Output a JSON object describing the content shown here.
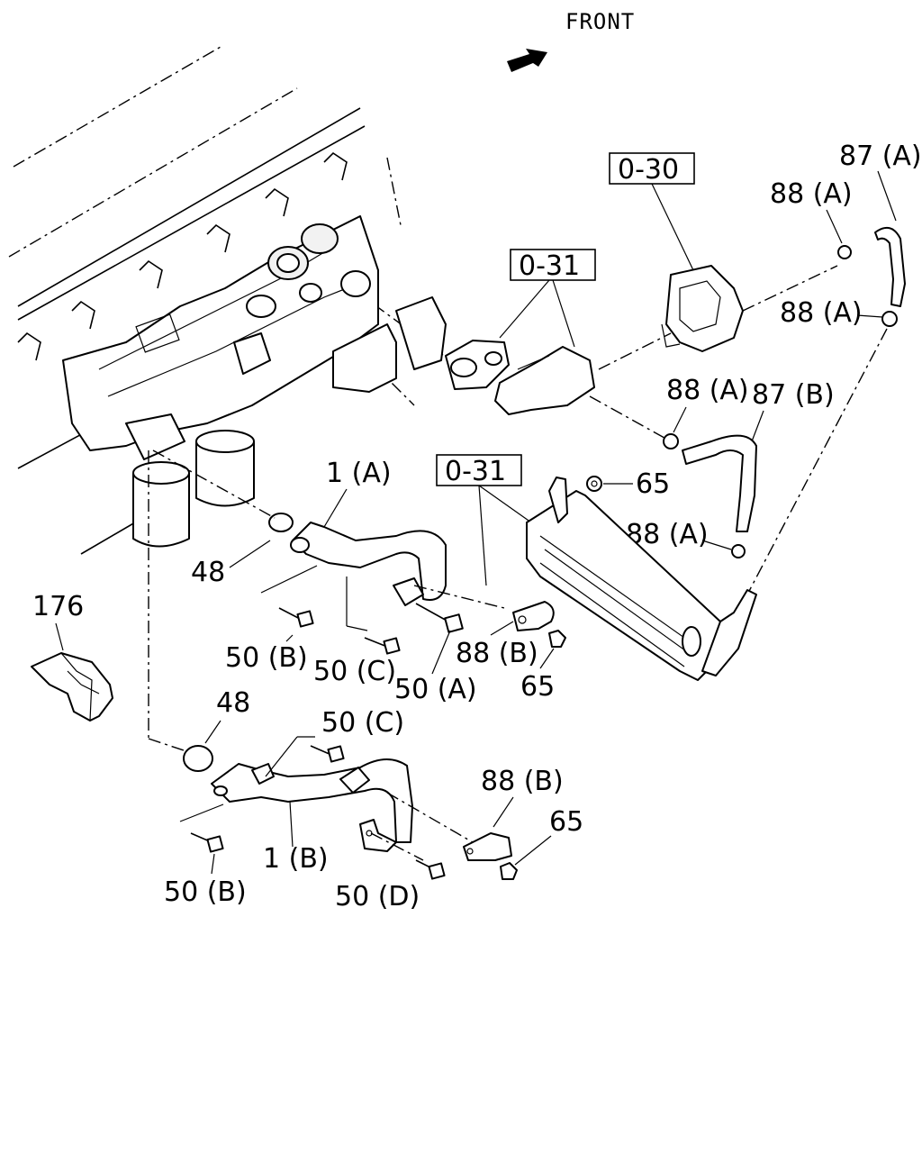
{
  "orientation": {
    "label": "FRONT"
  },
  "references": [
    {
      "id": "ref-0-30",
      "text": "0-30"
    },
    {
      "id": "ref-0-31-top",
      "text": "0-31"
    },
    {
      "id": "ref-0-31-mid",
      "text": "0-31"
    }
  ],
  "callouts": {
    "p87a": "87 (A)",
    "p88a_1": "88 (A)",
    "p88a_2": "88 (A)",
    "p88a_3": "88 (A)",
    "p87b": "87 (B)",
    "p88a_4": "88 (A)",
    "p65_1": "65",
    "p1a": "1 (A)",
    "p48_1": "48",
    "p176": "176",
    "p50b_1": "50 (B)",
    "p50c_1": "50 (C)",
    "p50a": "50 (A)",
    "p88b_1": "88 (B)",
    "p65_2": "65",
    "p48_2": "48",
    "p50c_2": "50 (C)",
    "p88b_2": "88 (B)",
    "p65_3": "65",
    "p1b": "1 (B)",
    "p50b_2": "50 (B)",
    "p50d": "50 (D)"
  }
}
